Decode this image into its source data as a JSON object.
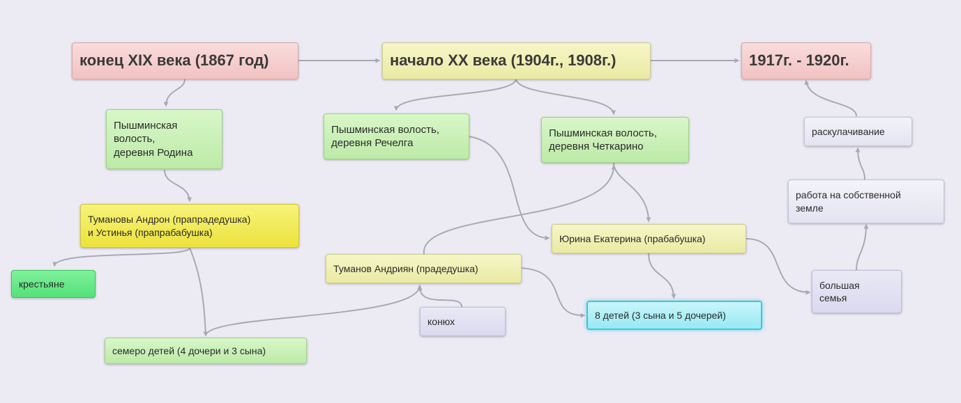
{
  "nodes": {
    "n1867": "конец XIX века (1867 год)",
    "n1904": "начало XX века (1904г., 1908г.)",
    "n1917": "1917г. - 1920г.",
    "rodina": "Пышминская\nволость,\nдеревня Родина",
    "rechelga": "Пышминская волость,\nдеревня Речелга",
    "chetkarino": "Пышминская волость,\nдеревня Четкарино",
    "andron": "Тумановы Андрон (прапрадедушка)\nи Устинья (прапрабабушка)",
    "ekaterina": "Юрина Екатерина (прабабушка)",
    "andriyan": "Туманов Андриян (прадедушка)",
    "krestyane": "крестьяне",
    "semero": "семеро детей (4 дочери и 3 сына)",
    "konyuh": "конюх",
    "vosem": "8 детей (3 сына и 5 дочерей)",
    "bolshaya": "большая\nсемья",
    "rabota": "работа на собственной\nземле",
    "raskulach": "раскулачивание"
  },
  "colors": {
    "connector": "#a9a9b6",
    "background": "#ecebf4"
  }
}
